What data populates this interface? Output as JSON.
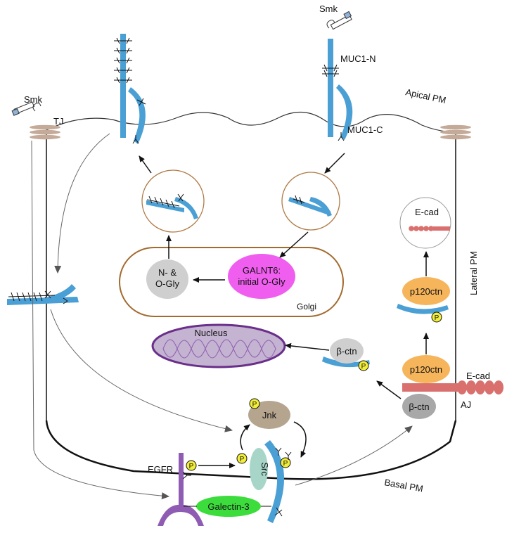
{
  "labels": {
    "smk_top": "Smk",
    "smk_left": "Smk",
    "muc1_n": "MUC1-N",
    "muc1_c": "MUC1-C",
    "apical_pm": "Apical PM",
    "tj": "TJ",
    "lateral_pm": "Lateral PM",
    "basal_pm": "Basal PM",
    "golgi": "Golgi",
    "galnt6_line1": "GALNT6:",
    "galnt6_line2": "initial O-Gly",
    "ngly_line1": "N- &",
    "ngly_line2": "O-Gly",
    "nucleus": "Nucleus",
    "bctn_upper": "β-ctn",
    "bctn_lower": "β-ctn",
    "p120_upper": "p120ctn",
    "p120_lower": "p120ctn",
    "ecad_vesicle": "E-cad",
    "ecad_membrane": "E-cad",
    "aj": "AJ",
    "jnk": "Jnk",
    "src": "Src",
    "egfr": "EGFR",
    "galectin3": "Galectin-3",
    "phospho": "P"
  },
  "colors": {
    "muc1_blue": "#4a9fd4",
    "golgi_border": "#a36a2e",
    "galnt6_fill": "#f05ef0",
    "nucleus_fill": "#c4b3d1",
    "nucleus_border": "#6a2f8a",
    "p120_fill": "#f6b55b",
    "ecad_red": "#d9706e",
    "phospho_yellow": "#f2ee3a",
    "galectin_green": "#3ddc3d",
    "egfr_purple": "#8e5cb2",
    "tj_tan": "#c4aa98",
    "grey_node": "#cfcfcf",
    "src_teal": "#a7d6c8"
  }
}
